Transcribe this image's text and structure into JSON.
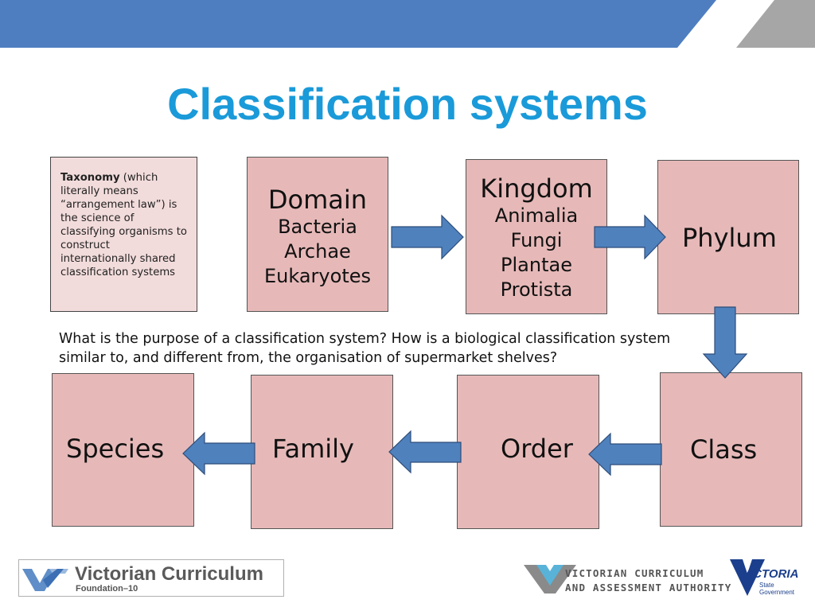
{
  "title": "Classification systems",
  "taxonomy": {
    "term": "Taxonomy",
    "definition": "(which literally means “arrangement law”) is the science of classifying organisms to construct internationally shared classification systems"
  },
  "levels": {
    "domain": {
      "label": "Domain",
      "items": [
        "Bacteria",
        "Archae",
        "Eukaryotes"
      ]
    },
    "kingdom": {
      "label": "Kingdom",
      "items": [
        "Animalia",
        "Fungi",
        "Plantae",
        "Protista"
      ]
    },
    "phylum": {
      "label": "Phylum"
    },
    "class": {
      "label": "Class"
    },
    "order": {
      "label": "Order"
    },
    "family": {
      "label": "Family"
    },
    "species": {
      "label": "Species"
    }
  },
  "question": "What is the purpose of a classification system? How is a biological classification system similar to, and different from, the organisation of supermarket shelves?",
  "footer": {
    "vcf_title": "Victorian Curriculum",
    "vcf_sub": "Foundation–10",
    "vcaa_line1": "VICTORIAN CURRICULUM",
    "vcaa_line2": "AND ASSESSMENT AUTHORITY",
    "vic_name": "VICTORIA",
    "vic_sub1": "State",
    "vic_sub2": "Government"
  },
  "colors": {
    "title": "#1a9ad9",
    "box_fill": "#e6b9b8",
    "taxonomy_fill": "#f2dcdb",
    "arrow_fill": "#4f81bd",
    "topbar": "#4f7ec0"
  }
}
